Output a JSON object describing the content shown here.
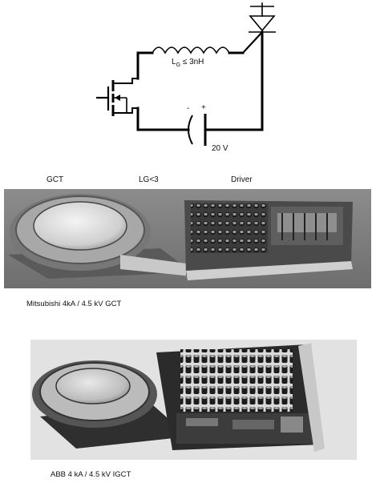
{
  "circuit": {
    "inductance_label": "L",
    "inductance_subscript": "G",
    "inductance_value": "≤  3nH",
    "capacitor_minus": "-",
    "capacitor_plus": "+",
    "voltage_label": "20 V"
  },
  "photo1": {
    "label_gct": "GCT",
    "label_lg": "LG<3",
    "label_driver": "Driver",
    "caption": "Mitsubishi 4kA / 4.5 kV GCT"
  },
  "photo2": {
    "caption": "ABB 4 kA / 4.5 kV IGCT"
  }
}
